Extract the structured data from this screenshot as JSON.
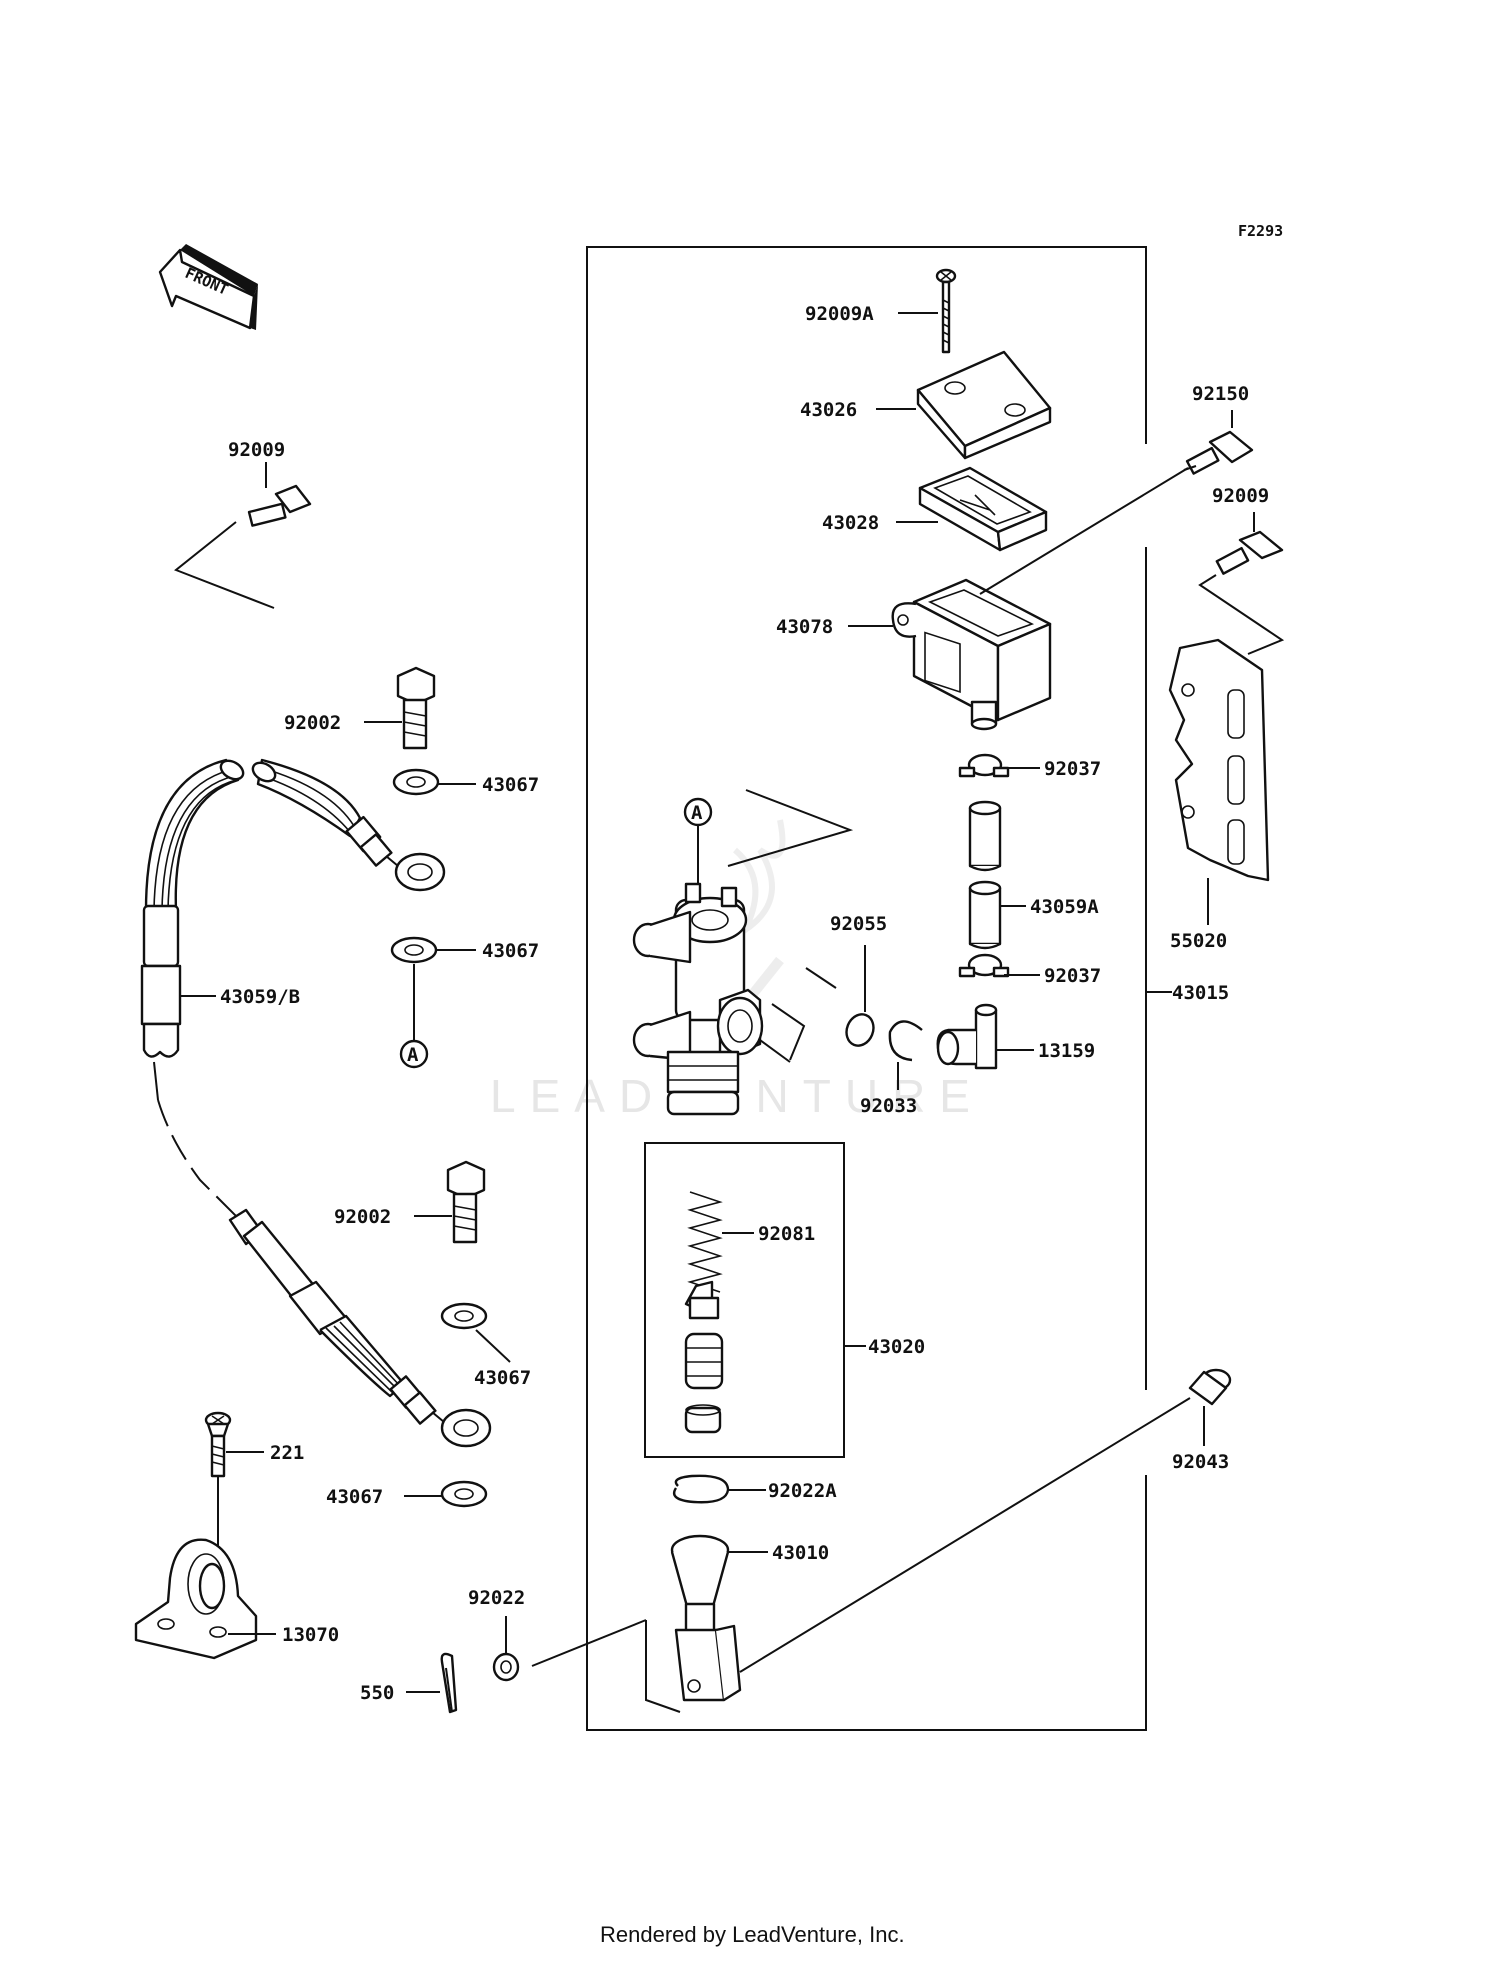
{
  "diagram_code": "F2293",
  "front_label": "FRONT",
  "callout_a": "A",
  "watermark": "LEADVENTURE",
  "footer": "Rendered by LeadVenture, Inc.",
  "labels": {
    "p92009A": "92009A",
    "p43026": "43026",
    "p43028": "43028",
    "p43078": "43078",
    "p92150": "92150",
    "p92009_right": "92009",
    "p92009_left": "92009",
    "p92037_top": "92037",
    "p43059A": "43059A",
    "p92037_bottom": "92037",
    "p13159": "13159",
    "p92055": "92055",
    "p92033": "92033",
    "p43015": "43015",
    "p55020": "55020",
    "p92002_top": "92002",
    "p43067_1": "43067",
    "p43067_2": "43067",
    "p43059B": "43059/B",
    "p92002_bottom": "92002",
    "p43067_3": "43067",
    "p43067_4": "43067",
    "p92081": "92081",
    "p43020": "43020",
    "p92022A": "92022A",
    "p43010": "43010",
    "p92043": "92043",
    "p221": "221",
    "p13070": "13070",
    "p92022": "92022",
    "p550": "550"
  }
}
